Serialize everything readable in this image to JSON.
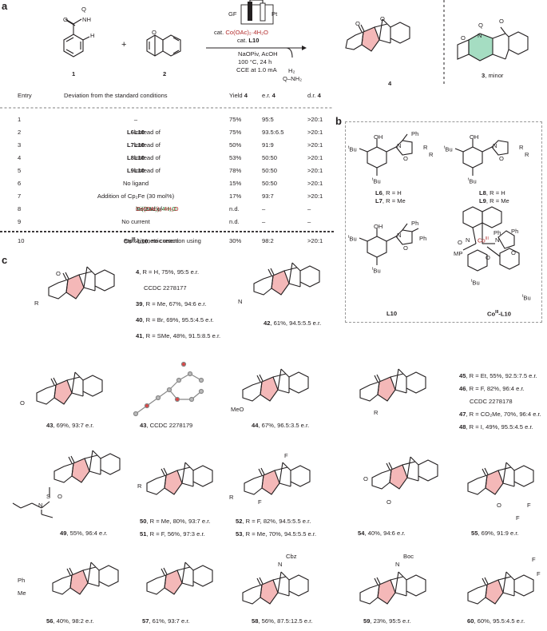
{
  "panels": {
    "a": "a",
    "b": "b",
    "c": "c"
  },
  "scheme_a": {
    "cmpd1": "1",
    "cmpd2": "2",
    "cmpd4": "4",
    "cmpd3": "3",
    "cmpd3_suffix": ", minor",
    "plus": "+",
    "electrode_gf": "GF",
    "electrode_pt": "Pt",
    "catalyst_prefix": "cat. ",
    "catalyst_co": "Co(OAc)₂·4H₂O",
    "ligand_prefix": "cat. ",
    "ligand": "L10",
    "cond1": "NaOPiv, AcOH",
    "cond2": "100 °C, 24 h",
    "cond3": "CCE at 1.0 mA",
    "byproduct1": "H₂",
    "byproduct2": "Q–NH₂",
    "q_label": "Q",
    "nh_label": "NH",
    "h_label": "H",
    "o_label": "O",
    "n_label": "N"
  },
  "table": {
    "headers": {
      "entry": "Entry",
      "deviation": "Deviation from the standard conditions",
      "yield": "Yield ",
      "er": "e.r. ",
      "dr": "d.r. ",
      "cmpd": "4"
    },
    "rows": [
      {
        "entry": "1",
        "dev": "–",
        "yield": "75%",
        "er": "95:5",
        "dr": ">20:1"
      },
      {
        "entry": "2",
        "dev_bold": "L6",
        "dev_rest": " instead of ",
        "dev_bold2": "L10",
        "yield": "75%",
        "er": "93.5:6.5",
        "dr": ">20:1"
      },
      {
        "entry": "3",
        "dev_bold": "L7",
        "dev_rest": " instead of ",
        "dev_bold2": "L10",
        "yield": "50%",
        "er": "91:9",
        "dr": ">20:1"
      },
      {
        "entry": "4",
        "dev_bold": "L8",
        "dev_rest": " instead of ",
        "dev_bold2": "L10",
        "yield": "53%",
        "er": "50:50",
        "dr": ">20:1"
      },
      {
        "entry": "5",
        "dev_bold": "L9",
        "dev_rest": " instead of ",
        "dev_bold2": "L10",
        "yield": "78%",
        "er": "50:50",
        "dr": ">20:1"
      },
      {
        "entry": "6",
        "dev": "No ligand",
        "yield": "15%",
        "er": "50:50",
        "dr": ">20:1"
      },
      {
        "entry": "7",
        "dev": "Addition of Cp₂Fe (30 mol%)",
        "yield": "17%",
        "er": "93:7",
        "dr": ">20:1"
      },
      {
        "entry": "8",
        "dev_green": "Ni(OAc)₂·4H₂O",
        "dev_rest": " instead of ",
        "dev_red": "Co(OAc)₂·4H₂O",
        "yield": "n.d.",
        "er": "–",
        "dr": "–"
      },
      {
        "entry": "9",
        "dev": "No current",
        "yield": "n.d.",
        "er": "–",
        "dr": "–"
      },
      {
        "entry": "10",
        "dev_pre": "Stoichiometric reaction using ",
        "dev_bold": "Co",
        "dev_sup": "III",
        "dev_bold2": "-L10",
        "dev_post": ", no current",
        "yield": "30%",
        "er": "98:2",
        "dr": ">20:1"
      }
    ]
  },
  "ligands": {
    "l6": "L6",
    "l6_r": ", R = H",
    "l7": "L7",
    "l7_r": ", R = Me",
    "l8": "L8",
    "l8_r": ", R = H",
    "l9": "L9",
    "l9_r": ", R = Me",
    "l10": "L10",
    "co": "Co",
    "co_sup": "III",
    "co_suffix": "-L10",
    "tbu": "tBu",
    "t": "t",
    "bu": "Bu",
    "oh": "OH",
    "ph": "Ph",
    "r": "R",
    "n": "N",
    "o": "O",
    "mp": "MP",
    "co_atom": "Co",
    "co_atom_sup": "III"
  },
  "compounds": {
    "c4": {
      "num": "4",
      "text": ", R = H, 75%, 95:5 e.r."
    },
    "ccdc1": "CCDC 2278177",
    "c39": {
      "num": "39",
      "text": ", R = Me, 67%, 94:6 e.r."
    },
    "c40": {
      "num": "40",
      "text": ", R = Br, 69%, 95.5:4.5 e.r."
    },
    "c41": {
      "num": "41",
      "text": ", R = SMe, 48%, 91.5:8.5 e.r."
    },
    "c42": {
      "num": "42",
      "text": ", 61%, 94.5:5.5 e.r."
    },
    "c43": {
      "num": "43",
      "text": ", 69%, 93:7 e.r."
    },
    "c43x": {
      "num": "43",
      "text": ", CCDC 2278179"
    },
    "c44": {
      "num": "44",
      "text": ", 67%, 96.5:3.5 e.r."
    },
    "c45": {
      "num": "45",
      "text": ", R = Et, 55%, 92.5:7.5 e.r."
    },
    "c46": {
      "num": "46",
      "text": ", R = F, 82%, 96:4 e.r."
    },
    "ccdc2": "CCDC 2278178",
    "c47": {
      "num": "47",
      "text": ", R = CO₂Me, 70%, 96:4 e.r."
    },
    "c48": {
      "num": "48",
      "text": ", R = I, 49%, 95.5:4.5 e.r."
    },
    "c49": {
      "num": "49",
      "text": ", 55%, 96:4 e.r."
    },
    "c50": {
      "num": "50",
      "text": ", R = Me, 80%, 93:7 e.r."
    },
    "c51": {
      "num": "51",
      "text": ", R = F, 56%, 97:3 e.r."
    },
    "c52": {
      "num": "52",
      "text": ", R = F, 82%, 94.5:5.5 e.r."
    },
    "c53": {
      "num": "53",
      "text": ", R = Me, 70%, 94.5:5.5 e.r."
    },
    "c54": {
      "num": "54",
      "text": ", 40%, 94:6 e.r."
    },
    "c55": {
      "num": "55",
      "text": ", 69%, 91:9 e.r."
    },
    "c56": {
      "num": "56",
      "text": ", 40%, 98:2 e.r."
    },
    "c57": {
      "num": "57",
      "text": ", 61%, 93:7 e.r."
    },
    "c58": {
      "num": "58",
      "text": ", 56%, 87.5:12.5 e.r."
    },
    "c59": {
      "num": "59",
      "text": ", 23%, 95:5 e.r."
    },
    "c60": {
      "num": "60",
      "text": ", 60%, 95.5:4.5 e.r."
    },
    "atoms": {
      "o": "O",
      "r": "R",
      "n": "N",
      "s": "S",
      "f": "F",
      "ph": "Ph",
      "me": "Me",
      "meo": "MeO",
      "cbz": "Cbz",
      "boc": "Boc"
    }
  },
  "colors": {
    "highlight_pink": "#f4b8b8",
    "highlight_mint": "#a5ddc2",
    "co_red": "#b22a2a",
    "ni_green": "#1f8c3a"
  }
}
